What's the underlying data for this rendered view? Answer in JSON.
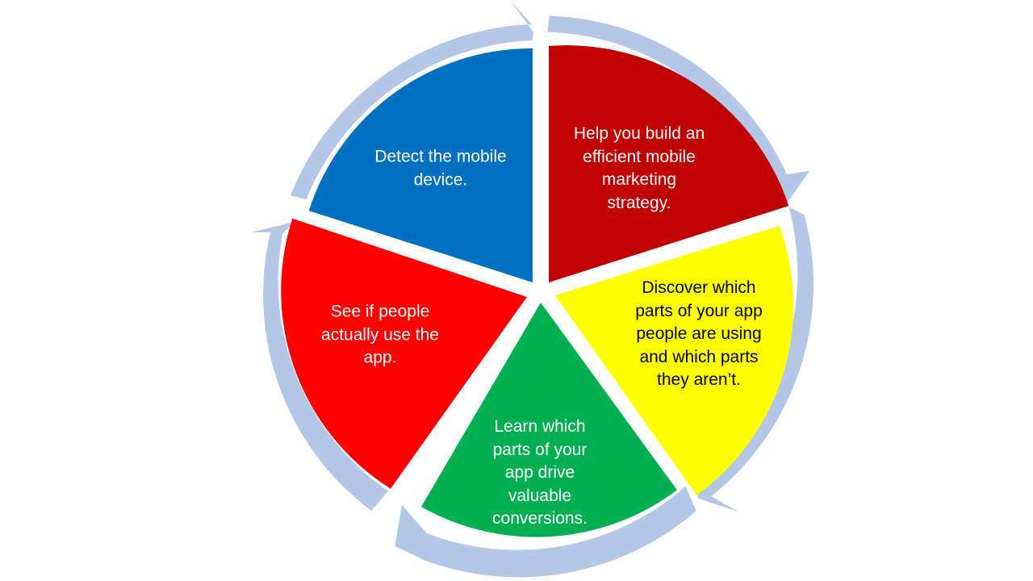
{
  "diagram": {
    "segments": [
      {
        "id": "detect",
        "text": "Detect the mobile\ndevice.",
        "color": "#0070C0",
        "text_color": "#ffffff"
      },
      {
        "id": "strategy",
        "text": "Help you build an\nefficient mobile\nmarketing\nstrategy.",
        "color": "#C00000",
        "text_color": "#ffffff"
      },
      {
        "id": "discover",
        "text": "Discover which\nparts of your app\npeople are using\nand which parts\nthey aren’t.",
        "color": "#FFFF00",
        "text_color": "#000000"
      },
      {
        "id": "learn",
        "text": "Learn which\nparts of your\napp drive\nvaluable\nconversions.",
        "color": "#00B050",
        "text_color": "#ffffff"
      },
      {
        "id": "see",
        "text": "See if people\nactually use the\napp.",
        "color": "#FF0000",
        "text_color": "#ffffff"
      }
    ],
    "arrow_color": "#B4C7E7",
    "background": "#ffffff"
  }
}
